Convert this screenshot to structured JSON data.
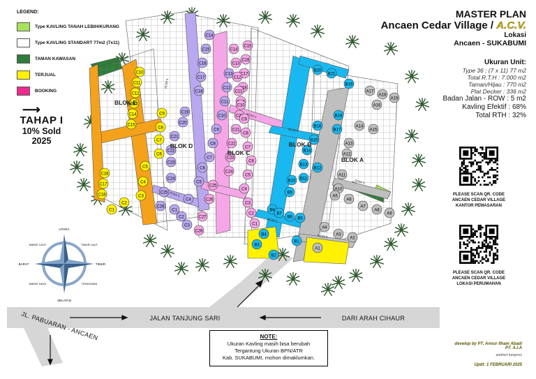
{
  "legend": {
    "title": "LEGEND:",
    "items": [
      {
        "label": "Type KAVLING TANAH LEBIH/KURANG",
        "color": "#a6e35a"
      },
      {
        "label": "Type KAVLING STANDART 77m2 (7x11)",
        "color": "#ffffff"
      },
      {
        "label": "TAMAN KAWASAN",
        "color": "#2e7d3a"
      },
      {
        "label": "TERJUAL",
        "color": "#fff200"
      },
      {
        "label": "BOOKING",
        "color": "#ee2a8f"
      }
    ]
  },
  "tahap": {
    "line1": "TAHAP I",
    "line2": "10% Sold",
    "line3": "2025"
  },
  "header": {
    "title": "MASTER PLAN",
    "project": "Ancaen Cedar Village / ",
    "project_abbr": "A.C.V.",
    "lokasi_label": "Lokasi",
    "lokasi_value": "Ancaen - SUKABUMI"
  },
  "specs": {
    "title": "Ukuran Unit:",
    "lines": [
      "Type 36 : (7 x 11) 77 m2",
      "Total R.T.H : 7.000 m2",
      "Taman/Hijau : 770 m2",
      "Plat Decker : 336 m2"
    ],
    "big": [
      "Badan Jalan - ROW : 5 m2",
      "Kavling Efektif : 68%",
      "Total RTH : 32%"
    ]
  },
  "qr": [
    {
      "lines": [
        "PLEASE SCAN QR. CODE",
        "ANCAEN CEDAR VILLAGE",
        "KANTOR PEMASARAN"
      ]
    },
    {
      "lines": [
        "PLEASE SCAN QR. CODE",
        "ANCAEN CEDAR VILLAGE",
        "LOKASI PERUMAHAN"
      ]
    }
  ],
  "roads": {
    "main": "JALAN TANJUNG SARI",
    "from": "DARI ARAH CIHAUR",
    "side": "JL. PABUARAN - ANCAEN",
    "row": "ROW 5"
  },
  "blocks": [
    {
      "name": "BLOK E"
    },
    {
      "name": "BLOK D"
    },
    {
      "name": "BLOK C"
    },
    {
      "name": "BLOK B"
    },
    {
      "name": "BLOK A"
    }
  ],
  "compass": {
    "n": "UTARA",
    "s": "SELATAN",
    "e": "TIMUR",
    "w": "BARAT",
    "ne": "TIMUR LAUT",
    "nw": "BARAT LAUT",
    "se": "TENGGARA",
    "sw": "BARAT DAYA"
  },
  "note": {
    "title": "NOTE:",
    "lines": [
      "Ukuran Kavling masih bisa berubah",
      "Tergantung Ukuran BPN/ATR",
      "Kab. SUKABUMI, mohon dimaklumkan."
    ]
  },
  "credit": {
    "line1": "develop by PT. Annur Ilham Abadi",
    "line2": "PT. A.I.A",
    "line3": "andreri kavpros",
    "line4": "Updt: 1 FEBRUARI 2025"
  },
  "colors": {
    "yellow": "#fff200",
    "orange": "#f4a21b",
    "lavender": "#b9a8f0",
    "pink": "#f5a6e6",
    "cyan": "#1ab8f0",
    "gray": "#bfbfbf",
    "green": "#2e7d3a",
    "lime": "#a6e35a",
    "road": "#d6d6d6"
  },
  "lots": {
    "E": [
      "C10",
      "C11",
      "C12",
      "C13",
      "C14",
      "C15",
      "C16",
      "C17",
      "C18",
      "C1",
      "C2",
      "C3",
      "C4",
      "C5",
      "C6",
      "C7",
      "C8",
      "C9"
    ],
    "D": [
      "C14",
      "C15",
      "C16",
      "C17",
      "C18",
      "C19",
      "C20",
      "C21",
      "C22",
      "C23",
      "C24",
      "C25",
      "C26",
      "C1",
      "C2",
      "C3",
      "C4",
      "C5",
      "C6",
      "C7",
      "C8",
      "C9",
      "C10",
      "C11",
      "C12",
      "C13"
    ],
    "C": [
      "C15",
      "C16",
      "C17",
      "C18",
      "C19",
      "C20",
      "C21",
      "C22",
      "C23",
      "C24",
      "C25",
      "C26",
      "C27",
      "C28",
      "C1",
      "C2",
      "C3",
      "C4",
      "C5",
      "C6",
      "C7",
      "C8",
      "C9",
      "C10",
      "C11",
      "C12",
      "C13",
      "C14"
    ],
    "B": [
      "B20",
      "B21",
      "B19",
      "B18",
      "B17",
      "B16",
      "B15",
      "B14",
      "B13",
      "B12",
      "B11",
      "B10",
      "B9",
      "B8",
      "B7",
      "B6",
      "B5",
      "B4",
      "B3",
      "B2",
      "B1"
    ],
    "A": [
      "A17",
      "A18",
      "A19",
      "A16",
      "A15",
      "A14",
      "A13",
      "A12",
      "A11",
      "A10",
      "A9",
      "A8",
      "A7",
      "A6",
      "A5",
      "A4",
      "A3",
      "A2",
      "A1"
    ]
  }
}
